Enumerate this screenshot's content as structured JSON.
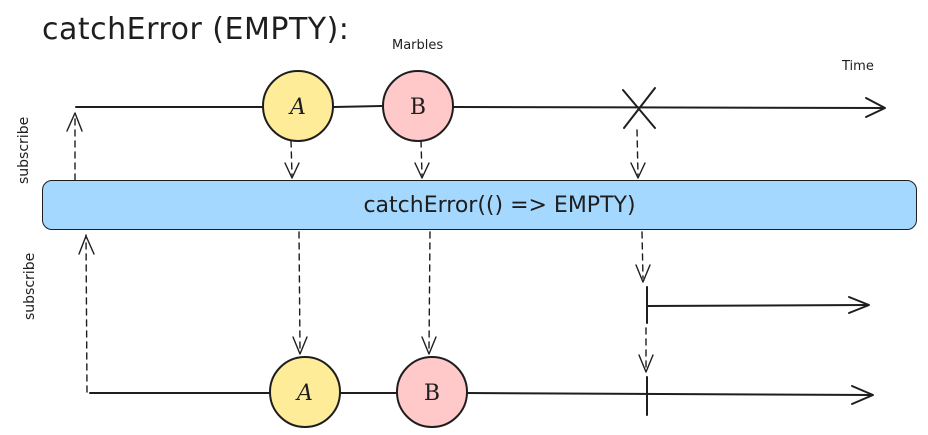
{
  "title": "catchError (EMPTY):",
  "marbles_label": "Marbles",
  "time_label": "Time",
  "subscribe_label_top": "subscribe",
  "subscribe_label_bottom": "subscribe",
  "operator_label": "catchError(() => EMPTY)",
  "input_stream": {
    "marbles": [
      {
        "label": "A",
        "color": "#ffec99"
      },
      {
        "label": "B",
        "color": "#ffc9c9"
      }
    ],
    "terminal": "error"
  },
  "output_stream": {
    "marbles": [
      {
        "label": "A",
        "color": "#ffec99"
      },
      {
        "label": "B",
        "color": "#ffc9c9"
      }
    ],
    "terminal": "complete"
  },
  "colors": {
    "operator_fill": "#a5d8ff",
    "stroke": "#1e1e1e"
  }
}
